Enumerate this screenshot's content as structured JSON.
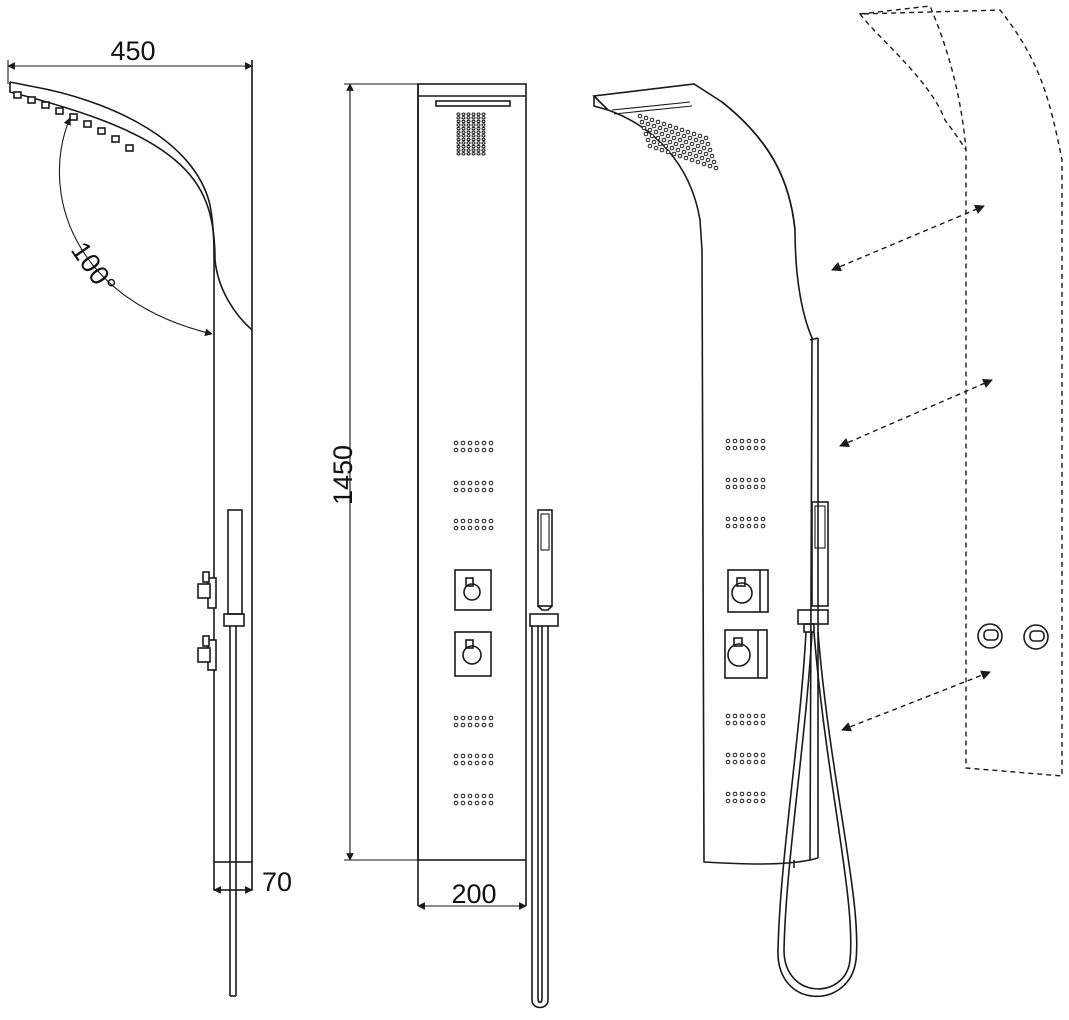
{
  "diagram": {
    "title": "",
    "dimensions": {
      "head_reach": "450",
      "angle": "100°",
      "height": "1450",
      "depth": "70",
      "width": "200"
    },
    "views": [
      "side-view",
      "front-view",
      "perspective-view",
      "wall-mount-template"
    ],
    "colors": {
      "line": "#1a1a1a",
      "background": "#ffffff"
    }
  }
}
